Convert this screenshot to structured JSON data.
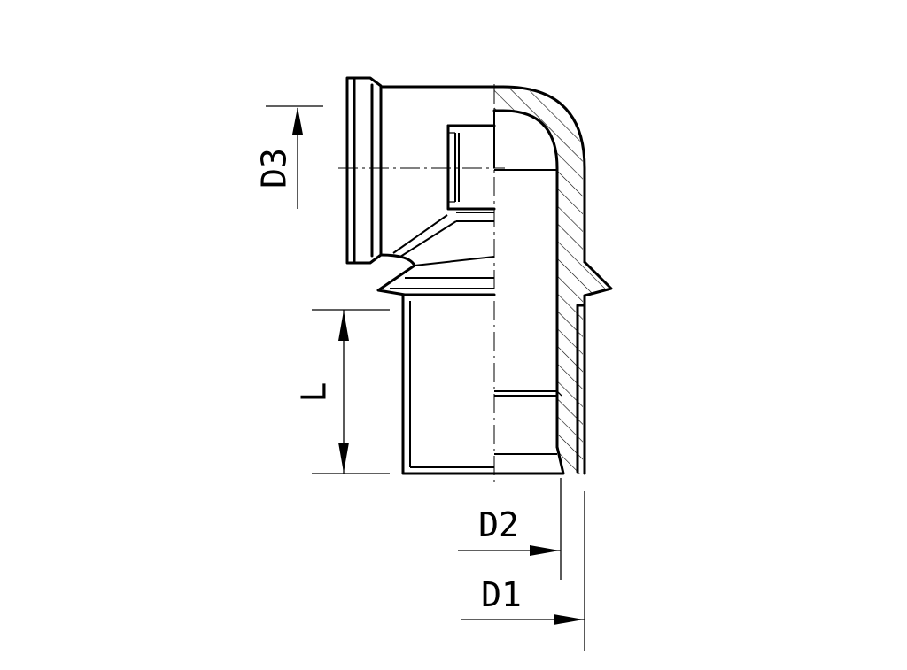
{
  "drawing": {
    "labels": {
      "d3": "D3",
      "l": "L",
      "d2": "D2",
      "d1": "D1"
    },
    "line_color": "#000000",
    "background_color": "#ffffff"
  }
}
